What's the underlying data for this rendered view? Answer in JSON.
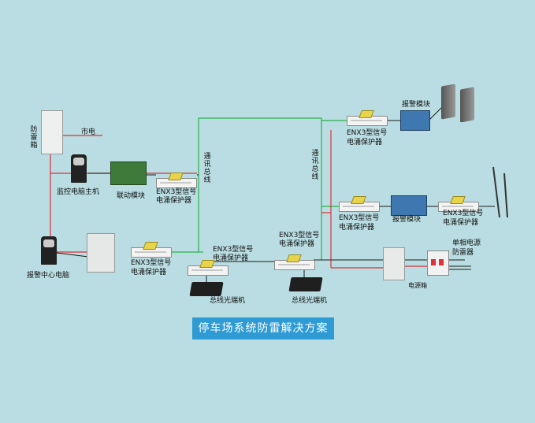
{
  "title": "停车场系统防雷解决方案",
  "labels": {
    "lightning_box": "防雷箱",
    "mains": "市电",
    "monitor_host": "监控电脑主机",
    "linkage_module": "联动模块",
    "alarm_center_pc": "报警中心电脑",
    "bus_left": "通讯总线",
    "bus_right": "通讯总线",
    "enx3_a_line1": "ENX3型信号",
    "enx3_a_line2": "电涌保护器",
    "enx3_b_line1": "ENX3型信号",
    "enx3_b_line2": "电涌保护器",
    "enx3_c_line1": "ENX3型信号",
    "enx3_c_line2": "电涌保护器",
    "enx3_d_line1": "ENX3型信号",
    "enx3_d_line2": "电涌保护器",
    "enx3_e_line1": "ENX3型信号",
    "enx3_e_line2": "电涌保护器",
    "enx3_f_line1": "ENX3型信号",
    "enx3_f_line2": "电涌保护器",
    "enx3_g_line1": "ENX3型信号",
    "enx3_g_line2": "电涌保护器",
    "fiber_left": "总线光端机",
    "fiber_right": "总线光端机",
    "alarm_module_top": "报警模块",
    "alarm_module_mid": "报警模块",
    "power_box": "电源箱",
    "spd_line1": "单相电源",
    "spd_line2": "防雷器"
  },
  "colors": {
    "background": "#b9dde2",
    "bus_line": "#2bb34a",
    "power_line": "#e0303a",
    "signal_line": "#1a1a1a",
    "title_bg": "#2e9bd4"
  }
}
